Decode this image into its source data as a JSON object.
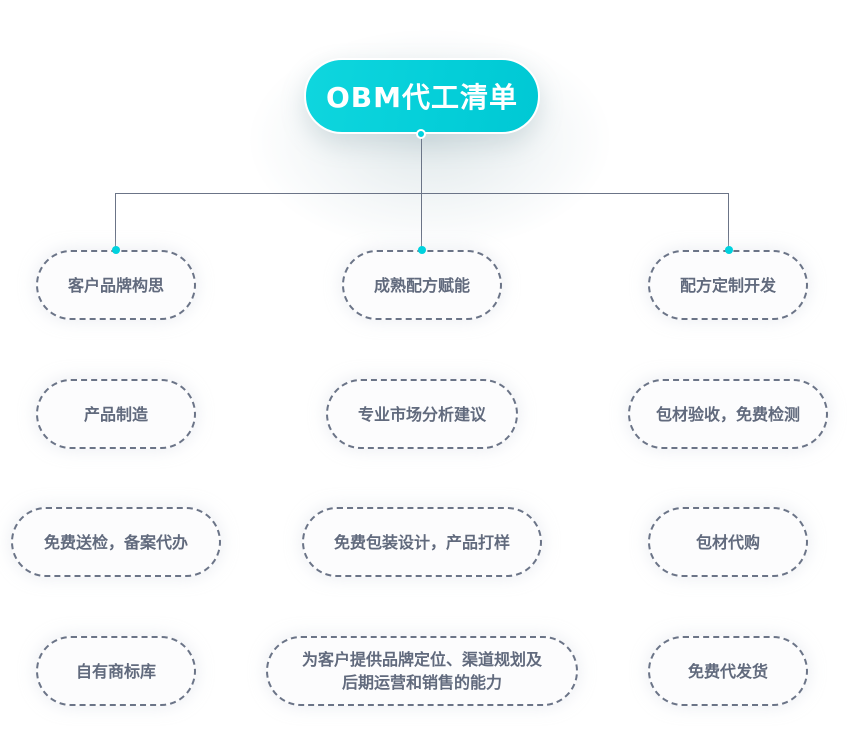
{
  "title": "OBM代工清单",
  "colors": {
    "accent": "#00d2de",
    "node_border": "#6b7487",
    "node_text": "#616a7d",
    "connector": "#6b7487"
  },
  "columns": [
    {
      "items": [
        "客户品牌构思",
        "产品制造",
        "免费送检，备案代办",
        "自有商标库"
      ]
    },
    {
      "items": [
        "成熟配方赋能",
        "专业市场分析建议",
        "免费包装设计，产品打样",
        "为客户提供品牌定位、渠道规划及后期运营和销售的能力"
      ]
    },
    {
      "items": [
        "配方定制开发",
        "包材验收，免费检测",
        "包材代购",
        "免费代发货"
      ]
    }
  ]
}
